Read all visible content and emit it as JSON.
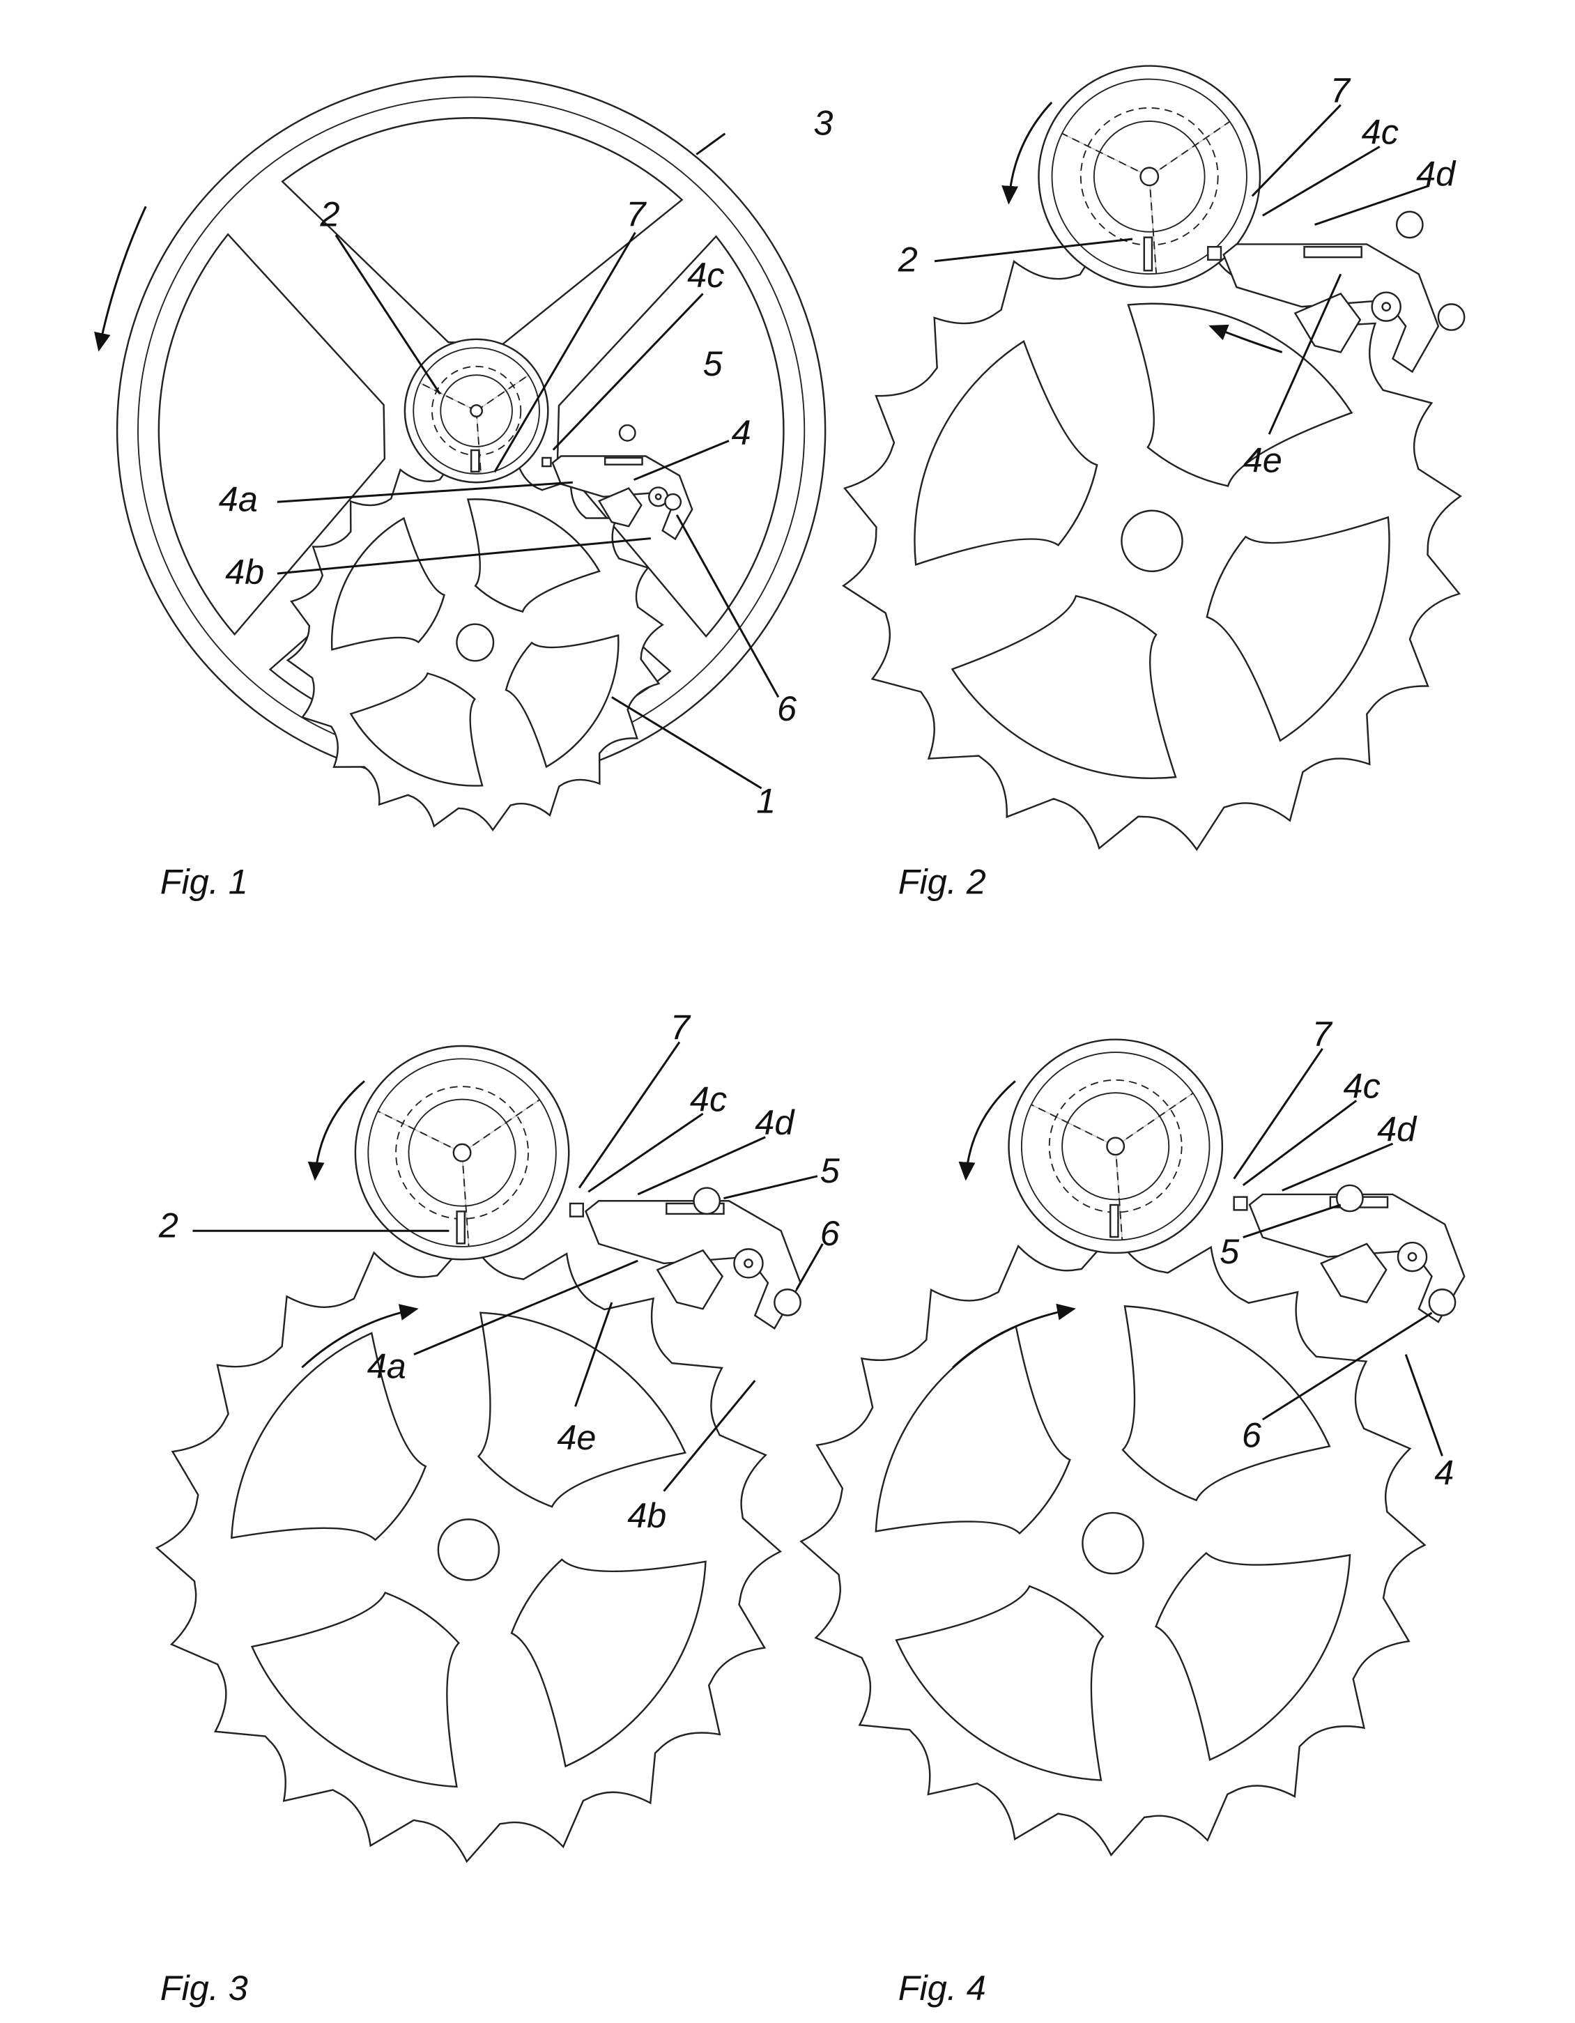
{
  "figures": [
    {
      "caption": "Fig. 1",
      "callouts": [
        "3",
        "2",
        "7",
        "4c",
        "5",
        "4",
        "4a",
        "4b",
        "6",
        "1"
      ]
    },
    {
      "caption": "Fig. 2",
      "callouts": [
        "7",
        "4c",
        "4d",
        "2",
        "4e"
      ]
    },
    {
      "caption": "Fig. 3",
      "callouts": [
        "7",
        "4c",
        "4d",
        "5",
        "2",
        "6",
        "4a",
        "4e",
        "4b"
      ]
    },
    {
      "caption": "Fig. 4",
      "callouts": [
        "7",
        "4c",
        "4d",
        "5",
        "6",
        "4"
      ]
    }
  ]
}
